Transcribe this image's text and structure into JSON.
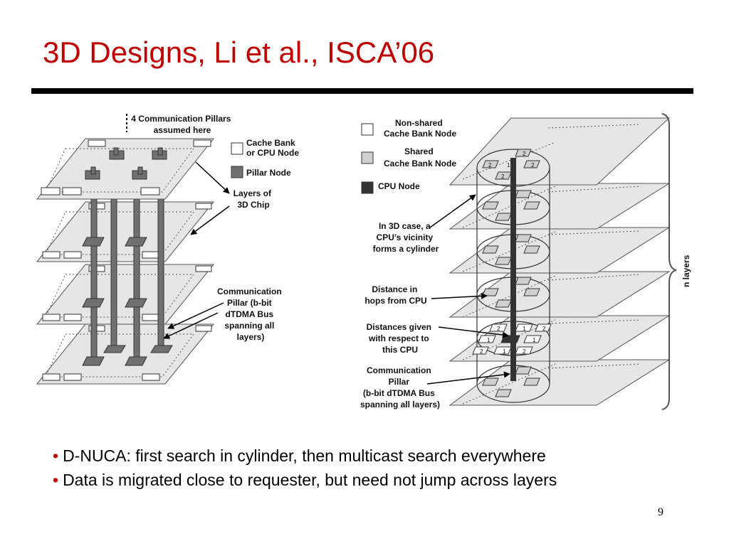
{
  "slide": {
    "title": "3D Designs, Li et al., ISCA’06",
    "page_number": "9",
    "bullets": [
      "D-NUCA: first search in cylinder, then multicast search everywhere",
      "Data is migrated close to requester, but need not jump across layers"
    ]
  },
  "left_figure": {
    "pillars_label": [
      "4 Communication Pillars",
      "assumed here"
    ],
    "legend": {
      "cache_bank": [
        "Cache Bank",
        "or CPU Node"
      ],
      "pillar_node": "Pillar Node"
    },
    "layers_label": [
      "Layers of",
      "3D Chip"
    ],
    "comm_pillar_label": [
      "Communication",
      "Pillar (b-bit",
      "dTDMA Bus",
      "spanning all",
      "layers)"
    ]
  },
  "right_figure": {
    "legend": {
      "non_shared": [
        "Non-shared",
        "Cache Bank Node"
      ],
      "shared": [
        "Shared",
        "Cache Bank Node"
      ],
      "cpu": "CPU Node"
    },
    "cylinder_label": [
      "In 3D case, a",
      "CPU’s vicinity",
      "forms a cylinder"
    ],
    "distance_label": [
      "Distance in",
      "hops from CPU"
    ],
    "distances_label": [
      "Distances given",
      "with respect to",
      "this CPU"
    ],
    "pillar_label": [
      "Communication",
      "Pillar",
      "(b-bit dTDMA Bus",
      "spanning all layers)"
    ],
    "n_layers_label": "n layers",
    "hop_values": [
      "1",
      "2"
    ]
  },
  "colors": {
    "title": "#c00000",
    "rule": "#000000",
    "layer": "#e6e6e6",
    "pillar": "#707070",
    "cpu": "#333333"
  }
}
